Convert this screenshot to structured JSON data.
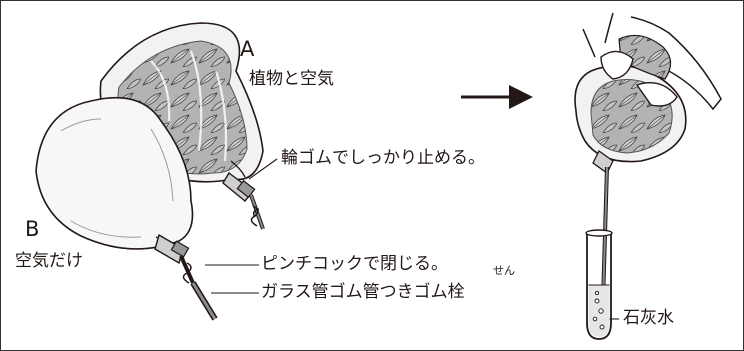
{
  "labels": {
    "bag_a_letter": "A",
    "bag_a_contents": "植物と空気",
    "bag_b_letter": "B",
    "bag_b_contents": "空気だけ",
    "rubber_band": "輪ゴムでしっかり止める。",
    "pinch_cock": "ピンチコックで閉じる。",
    "stopper_ruby": "せん",
    "glass_tube": "ガラス管ゴム管つきゴム栓",
    "limewater": "石灰水"
  },
  "colors": {
    "ink": "#231815",
    "leaf_fill": "#a9a9a9",
    "bag_fill": "#f4f4f4",
    "tube_fill": "#8a8a8a"
  },
  "icons": {
    "arrow": "right-arrow-icon"
  }
}
